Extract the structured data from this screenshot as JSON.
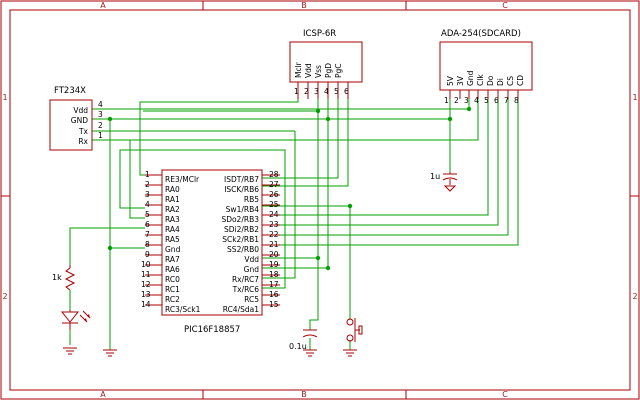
{
  "frame": {
    "columns": [
      "A",
      "B",
      "C"
    ],
    "rows": [
      "1",
      "2"
    ]
  },
  "parts": {
    "ft234x": {
      "name": "FT234X",
      "pins": [
        {
          "label": "Vdd",
          "num": "4"
        },
        {
          "label": "GND",
          "num": "3"
        },
        {
          "label": "Tx",
          "num": "2"
        },
        {
          "label": "Rx",
          "num": "1"
        }
      ]
    },
    "icsp": {
      "name": "ICSP-6R",
      "pin_labels": [
        "Mclr",
        "Vdd",
        "Vss",
        "PgD",
        "PgC"
      ],
      "pin_nums": [
        "1",
        "2",
        "3",
        "4",
        "5",
        "6"
      ]
    },
    "sdcard": {
      "name": "ADA-254(SDCARD)",
      "pin_labels": [
        "5V",
        "3V",
        "Gnd",
        "Clk",
        "Do",
        "Di",
        "CS",
        "CD"
      ],
      "pin_nums": [
        "1",
        "2",
        "3",
        "4",
        "5",
        "6",
        "7",
        "8"
      ]
    },
    "mcu": {
      "name": "PIC16F18857",
      "left_pins": [
        {
          "num": "1",
          "label": "RE3/MClr"
        },
        {
          "num": "2",
          "label": "RA0"
        },
        {
          "num": "3",
          "label": "RA1"
        },
        {
          "num": "4",
          "label": "RA2"
        },
        {
          "num": "5",
          "label": "RA3"
        },
        {
          "num": "6",
          "label": "RA4"
        },
        {
          "num": "7",
          "label": "RA5"
        },
        {
          "num": "8",
          "label": "Gnd"
        },
        {
          "num": "9",
          "label": "RA7"
        },
        {
          "num": "10",
          "label": "RA6"
        },
        {
          "num": "11",
          "label": "RC0"
        },
        {
          "num": "12",
          "label": "RC1"
        },
        {
          "num": "13",
          "label": "RC2"
        },
        {
          "num": "14",
          "label": "RC3/Sck1"
        }
      ],
      "right_pins": [
        {
          "num": "28",
          "label": "ISDT/RB7"
        },
        {
          "num": "27",
          "label": "ISCK/RB6"
        },
        {
          "num": "26",
          "label": "RB5"
        },
        {
          "num": "25",
          "label": "Sw1/RB4"
        },
        {
          "num": "24",
          "label": "SDo2/RB3"
        },
        {
          "num": "23",
          "label": "SDi2/RB2"
        },
        {
          "num": "22",
          "label": "SCk2/RB1"
        },
        {
          "num": "21",
          "label": "SS2/RB0"
        },
        {
          "num": "20",
          "label": "Vdd"
        },
        {
          "num": "19",
          "label": "Gnd"
        },
        {
          "num": "18",
          "label": "Rx/RC7"
        },
        {
          "num": "17",
          "label": "Tx/RC6"
        },
        {
          "num": "16",
          "label": "RC5"
        },
        {
          "num": "15",
          "label": "RC4/Sda1"
        }
      ]
    },
    "resistor": {
      "value": "1k"
    },
    "cap_sd": {
      "value": "1u"
    },
    "cap_mcu": {
      "value": "0.1u"
    }
  }
}
